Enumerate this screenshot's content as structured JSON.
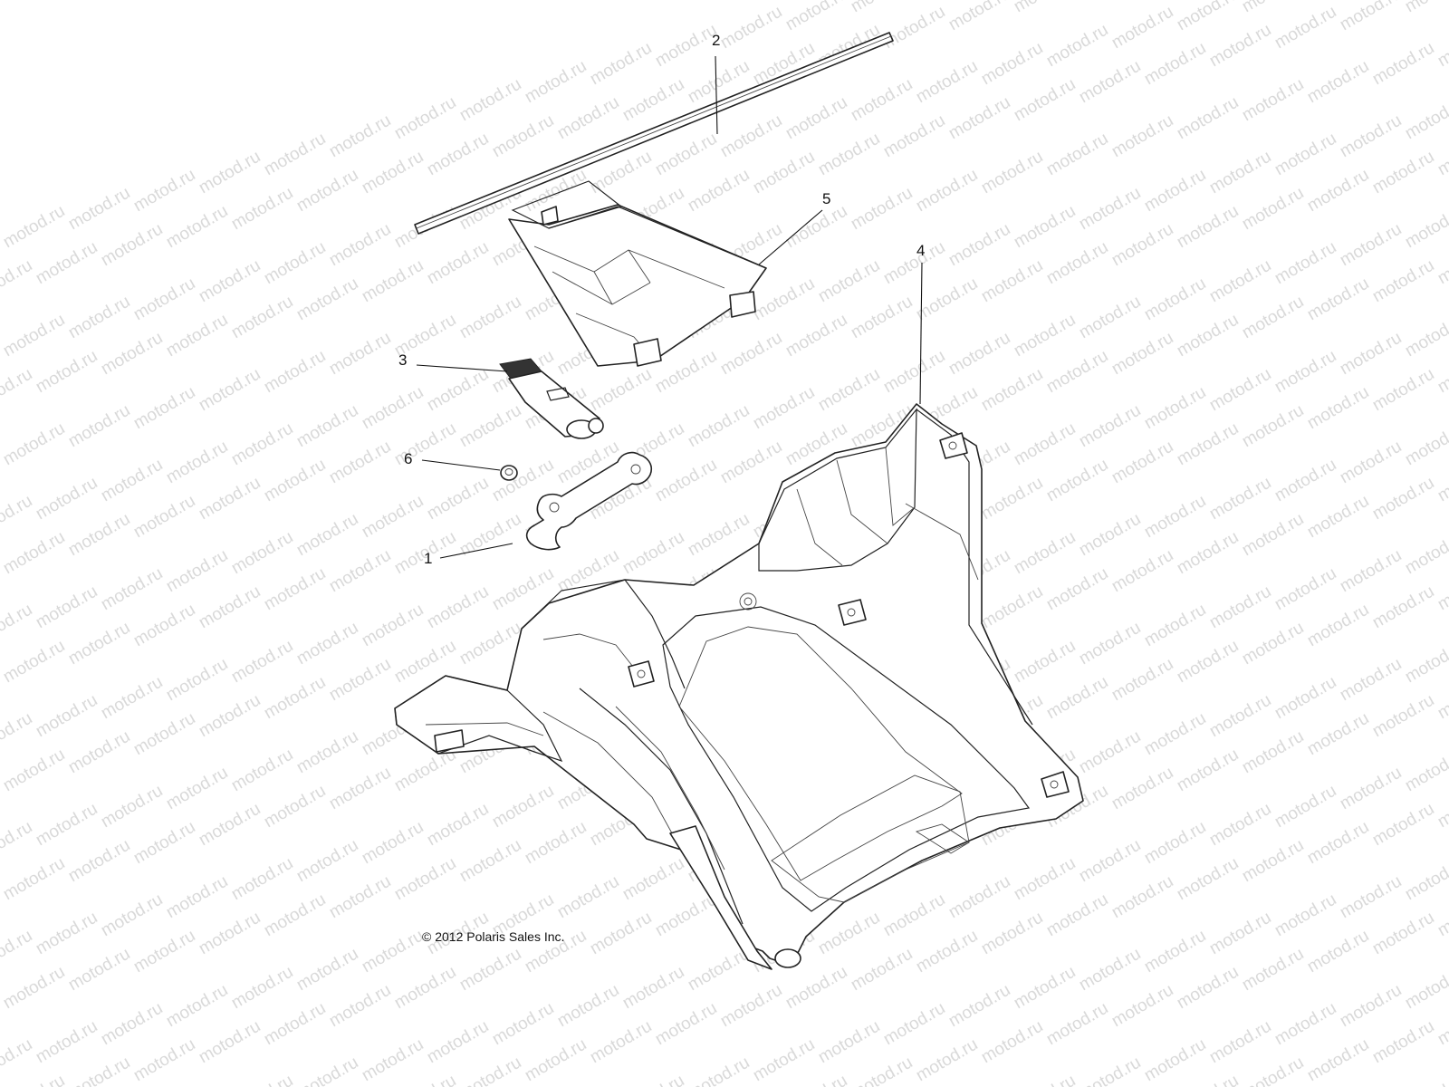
{
  "watermark": "motod.ru",
  "callouts": [
    {
      "id": "1",
      "label": "1"
    },
    {
      "id": "2",
      "label": "2"
    },
    {
      "id": "3",
      "label": "3"
    },
    {
      "id": "4",
      "label": "4"
    },
    {
      "id": "5",
      "label": "5"
    },
    {
      "id": "6",
      "label": "6"
    }
  ],
  "copyright": "© 2012 Polaris Sales Inc."
}
